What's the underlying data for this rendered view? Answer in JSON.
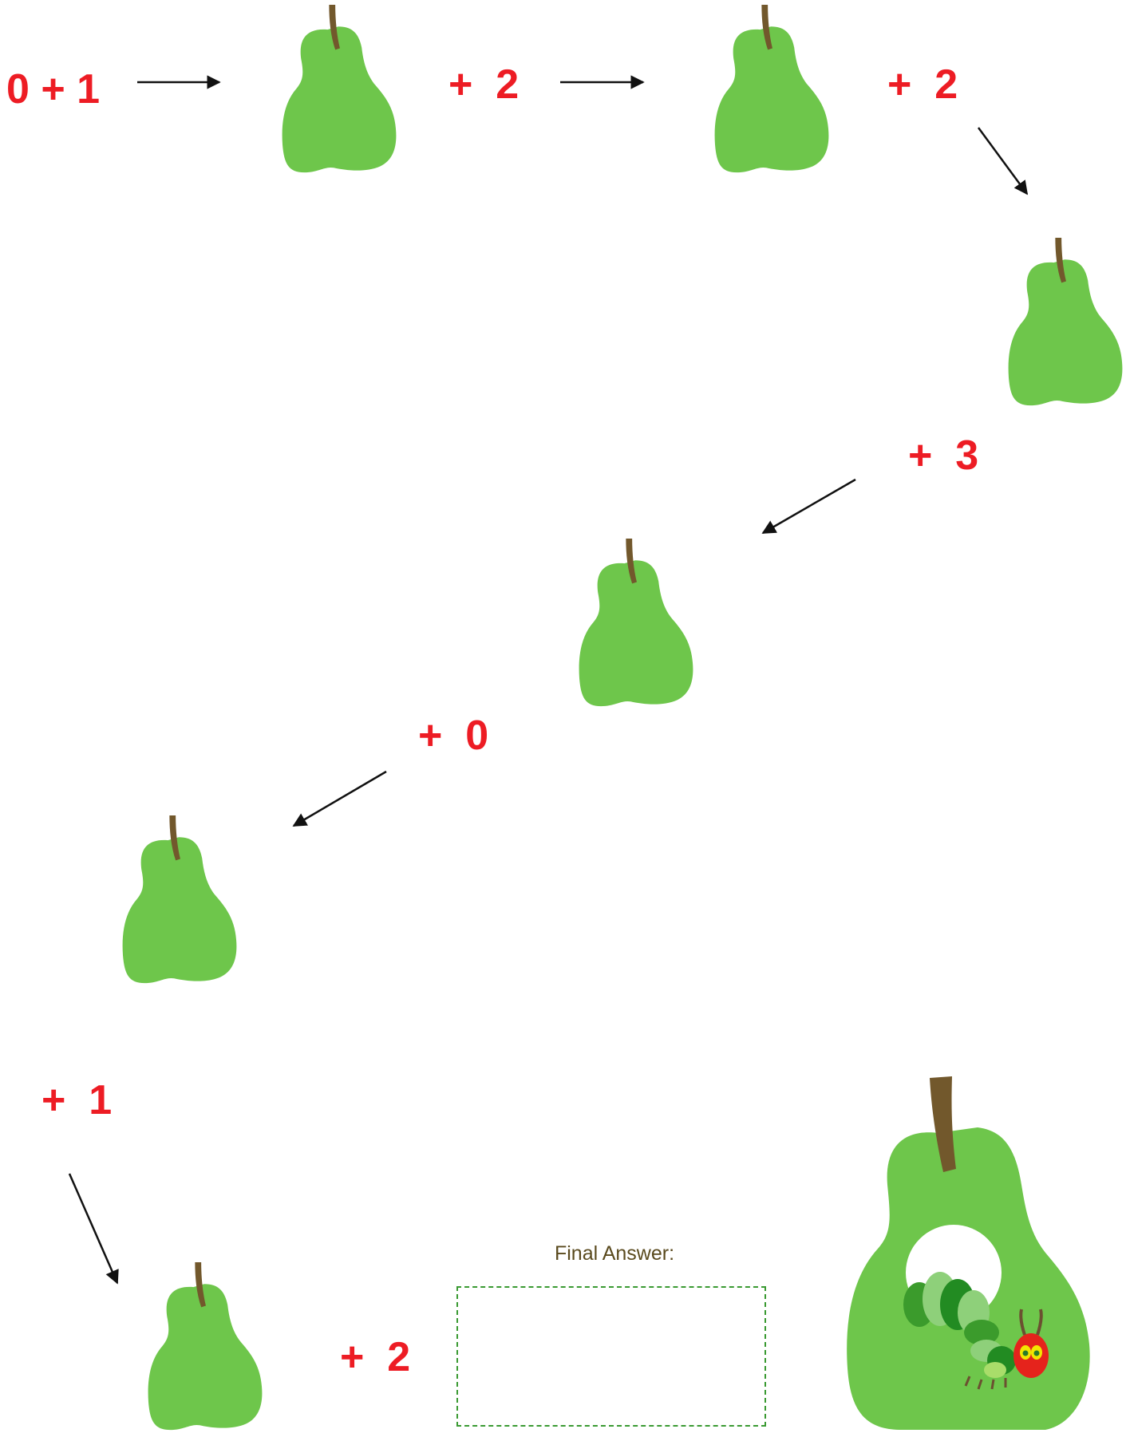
{
  "puzzle": {
    "start_expression": "0 + 1",
    "steps": [
      "+  2",
      "+  2",
      "+  3",
      "+  0",
      "+  1",
      "+  2"
    ]
  },
  "answer": {
    "label": "Final Answer:",
    "value": ""
  },
  "icons": [
    "pear-icon",
    "arrow-icon",
    "caterpillar-icon"
  ],
  "colors": {
    "pear_green": "#6ec64b",
    "stem_brown": "#72582c",
    "number_red": "#ed1c24",
    "box_border": "#3a9a32"
  }
}
